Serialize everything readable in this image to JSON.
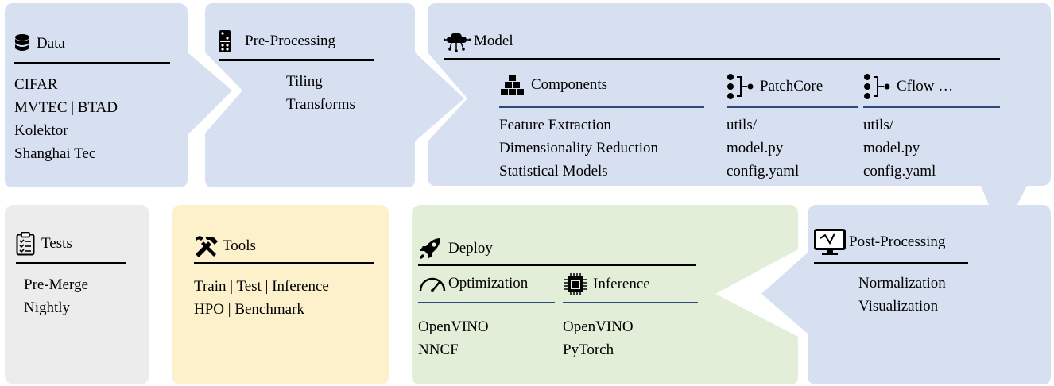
{
  "colors": {
    "blue": "#d6e0f1",
    "gray": "#ececec",
    "yellow": "#fdf1cc",
    "green": "#e3eed9",
    "rule_blue": "#2e4a7a"
  },
  "data": {
    "title": "Data",
    "icon": "database-icon",
    "items": [
      "CIFAR",
      "MVTEC | BTAD",
      "Kolektor",
      "Shanghai Tec"
    ]
  },
  "preprocessing": {
    "title": "Pre-Processing",
    "icon": "domino-icon",
    "items": [
      "Tiling",
      "Transforms"
    ]
  },
  "model": {
    "title": "Model",
    "icon": "neural-cloud-icon",
    "components": {
      "title": "Components",
      "icon": "blocks-icon",
      "items": [
        "Feature Extraction",
        "Dimensionality Reduction",
        "Statistical Models"
      ]
    },
    "patchcore": {
      "title": "PatchCore",
      "icon": "tree-icon",
      "items": [
        "utils/",
        "model.py",
        "config.yaml"
      ]
    },
    "cflow": {
      "title": "Cflow …",
      "icon": "tree-icon",
      "items": [
        "utils/",
        "model.py",
        "config.yaml"
      ]
    }
  },
  "postprocessing": {
    "title": "Post-Processing",
    "icon": "monitor-graph-icon",
    "items": [
      "Normalization",
      "Visualization"
    ]
  },
  "deploy": {
    "title": "Deploy",
    "icon": "rocket-icon",
    "optimization": {
      "title": "Optimization",
      "icon": "gauge-icon",
      "items": [
        "OpenVINO",
        "NNCF"
      ]
    },
    "inference": {
      "title": "Inference",
      "icon": "chip-icon",
      "items": [
        "OpenVINO",
        "PyTorch"
      ]
    }
  },
  "tools": {
    "title": "Tools",
    "icon": "hammer-wrench-icon",
    "items": [
      "Train | Test | Inference",
      "HPO | Benchmark"
    ]
  },
  "tests": {
    "title": "Tests",
    "icon": "clipboard-icon",
    "items": [
      "Pre-Merge",
      "Nightly"
    ]
  }
}
